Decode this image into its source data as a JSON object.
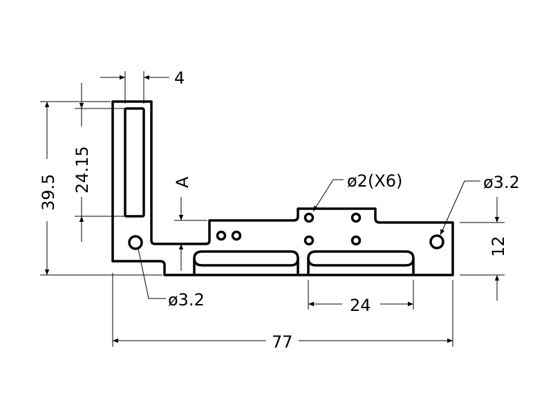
{
  "dimensions": {
    "top_width": "4",
    "slot_height": "24.15",
    "total_height": "39.5",
    "section_mark": "A",
    "small_holes": "ø2(X6)",
    "right_hole": "ø3.2",
    "right_height": "12",
    "left_hole": "ø3.2",
    "slot_width": "24",
    "total_width": "77"
  },
  "colors": {
    "line": "#000000",
    "background": "#ffffff"
  }
}
